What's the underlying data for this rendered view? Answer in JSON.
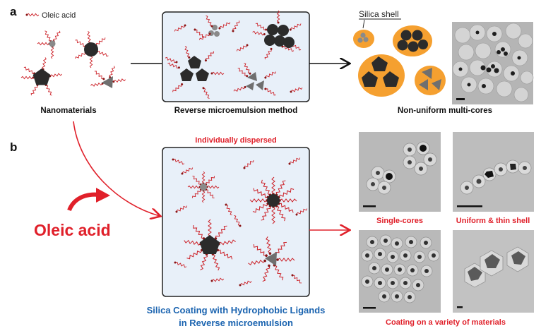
{
  "panel_a": {
    "label": "a",
    "legend_oleic": "Oleic acid",
    "caption_nanomaterials": "Nanomaterials",
    "caption_method": "Reverse microemulsion method",
    "label_silica_shell": "Silica shell",
    "caption_result": "Non-uniform multi-cores"
  },
  "panel_b": {
    "label": "b",
    "oleic_acid_big": "Oleic acid",
    "individually_dispersed": "Individually dispersed",
    "title_line1": "Silica Coating with Hydrophobic Ligands",
    "title_line2": "in Reverse microemulsion",
    "caption_single_cores": "Single-cores",
    "caption_uniform_shell": "Uniform & thin shell",
    "caption_variety": "Coating on a variety of materials"
  },
  "colors": {
    "red_text": "#e0202a",
    "blue_text": "#1b64b0",
    "box_fill": "#e8f0f9",
    "core_dark": "#2b2b2b",
    "core_gray": "#7a7a7a",
    "shell_orange": "#f5a030",
    "ligand_red": "#cc2027",
    "tem_bg": "#b9b9b9"
  }
}
